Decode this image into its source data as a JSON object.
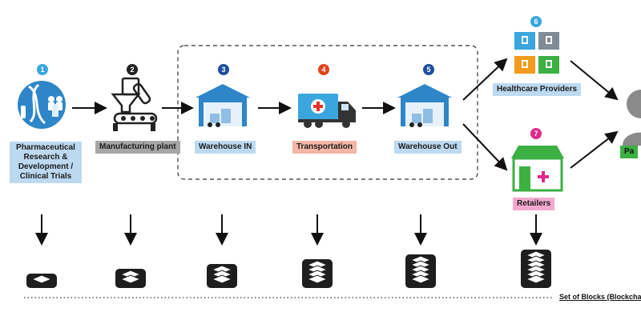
{
  "steps": [
    {
      "number": "1",
      "label": "Pharmaceutical Research & Development / Clinical Trials",
      "label_bg": "#bcd9f0",
      "number_color": "#3aa6dd"
    },
    {
      "number": "2",
      "label": "Manufacturing plant",
      "label_bg": "#a6a6a6",
      "number_color": "#222222"
    },
    {
      "number": "3",
      "label": "Warehouse IN",
      "label_bg": "#bcd9f0",
      "number_color": "#1f4e9c"
    },
    {
      "number": "4",
      "label": "Transportation",
      "label_bg": "#f4b6a6",
      "number_color": "#e0441c"
    },
    {
      "number": "5",
      "label": "Warehouse Out",
      "label_bg": "#bcd9f0",
      "number_color": "#1f4e9c"
    },
    {
      "number": "6",
      "label": "Healthcare Providers",
      "label_bg": "#bcd9f0",
      "number_color": "#3aa6dd"
    },
    {
      "number": "7",
      "label": "Retailers",
      "label_bg": "#f3a9cf",
      "number_color": "#e0288c"
    },
    {
      "label": "Pa",
      "label_bg": "#3cb043"
    }
  ],
  "blockchain": {
    "label": "Set of Blocks (Blockcha",
    "stack_sizes": [
      1,
      2,
      3,
      4,
      5,
      6
    ]
  },
  "colors": {
    "accent_blue": "#2e86c8",
    "dark": "#222222",
    "truck_blue": "#3aa6dd",
    "cross_red": "#e8322a",
    "store_green": "#3cb043",
    "patient_gray": "#8a8a8a"
  }
}
